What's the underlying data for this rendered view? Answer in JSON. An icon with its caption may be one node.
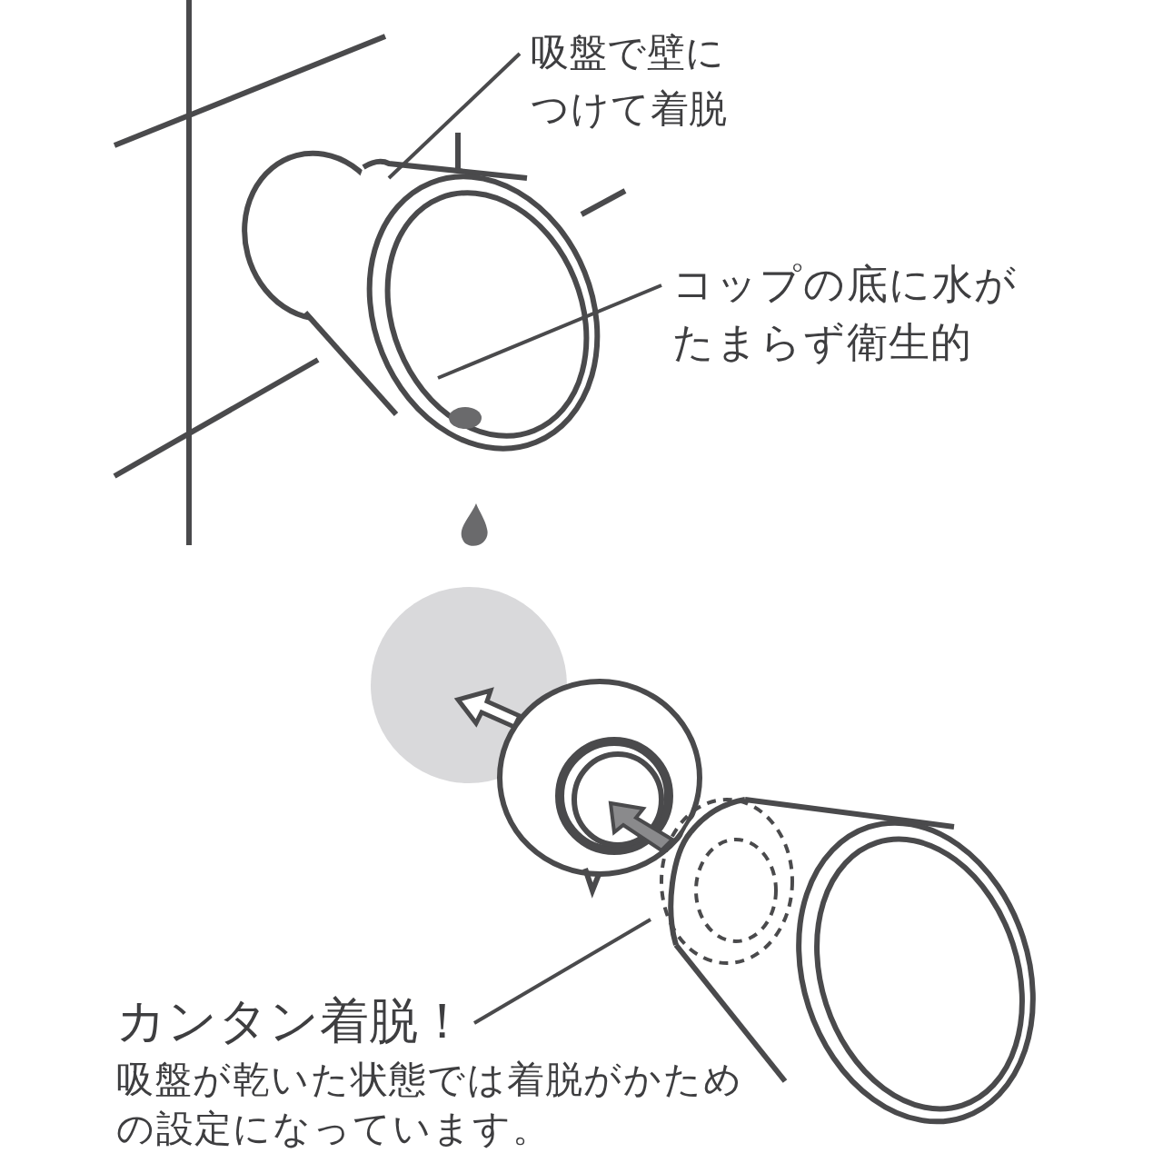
{
  "diagram": {
    "nodes": [
      {
        "text": [
          "吸盤で壁につけて着脱"
        ]
      },
      {
        "text": [
          "コップの底に水がたまらず衛生的"
        ]
      },
      {
        "text": [
          "カンタン着脱！",
          "吸盤が乾いた状態では着脱がかための設定になっています。"
        ]
      },
      {
        "text": [],
        "shape": "picture"
      },
      {
        "text": [],
        "shape": "picture"
      }
    ],
    "edges": [
      {
        "from": 0,
        "to": 3,
        "arrow": "none"
      },
      {
        "from": 1,
        "to": 3,
        "arrow": "none"
      },
      {
        "from": 2,
        "to": 4,
        "arrow": "none"
      }
    ]
  }
}
